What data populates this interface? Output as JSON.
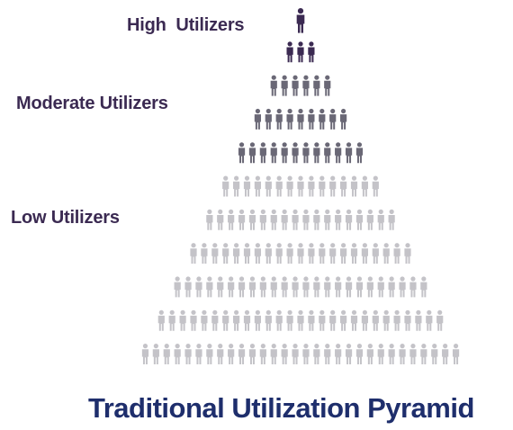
{
  "labels": {
    "high": "High  Utilizers",
    "moderate": "Moderate Utilizers",
    "low": "Low Utilizers"
  },
  "title": "Traditional Utilization Pyramid",
  "colors": {
    "high": "#3b2a52",
    "moderate": "#6a6876",
    "low": "#c4c3c8",
    "title": "#1e2e6c"
  },
  "pyramid_rows": [
    {
      "tier": "high",
      "count": 1
    },
    {
      "tier": "high",
      "count": 3
    },
    {
      "tier": "moderate",
      "count": 6
    },
    {
      "tier": "moderate",
      "count": 9
    },
    {
      "tier": "moderate",
      "count": 12
    },
    {
      "tier": "low",
      "count": 15
    },
    {
      "tier": "low",
      "count": 18
    },
    {
      "tier": "low",
      "count": 21
    },
    {
      "tier": "low",
      "count": 24
    },
    {
      "tier": "low",
      "count": 27
    },
    {
      "tier": "low",
      "count": 30
    }
  ]
}
